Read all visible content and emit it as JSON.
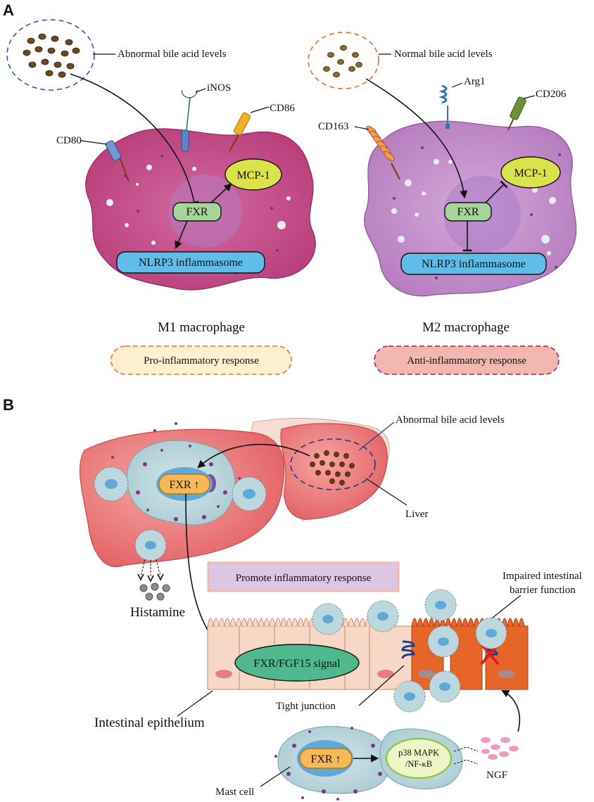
{
  "panel_a": {
    "letter": "A",
    "m1": {
      "bile_label": "Abnormal bile acid levels",
      "receptors": {
        "inos": "iNOS",
        "cd86": "CD86",
        "cd80": "CD80"
      },
      "mcp1": "MCP-1",
      "fxr": "FXR",
      "nlrp3": "NLRP3 inflammasome",
      "title": "M1 macrophage",
      "response": "Pro-inflammatory response",
      "cell_color": "#c8508a",
      "response_color": "#fdf0d0"
    },
    "m2": {
      "bile_label": "Normal bile acid levels",
      "receptors": {
        "arg1": "Arg1",
        "cd206": "CD206",
        "cd163": "CD163"
      },
      "mcp1": "MCP-1",
      "fxr": "FXR",
      "nlrp3": "NLRP3 inflammasome",
      "title": "M2 macrophage",
      "response": "Anti-inflammatory response",
      "cell_color": "#c58fcb",
      "response_color": "#f2b7ae"
    },
    "colors": {
      "mcp1": "#dbe34a",
      "fxr": "#a6d49a",
      "nlrp3": "#5fbde8"
    }
  },
  "panel_b": {
    "letter": "B",
    "bile_label": "Abnormal bile acid levels",
    "liver_label": "Liver",
    "fxr_up": "FXR ↑",
    "histamine": "Histamine",
    "promote": "Promote inflammatory response",
    "impaired": [
      "Impaired intestinal",
      "barrier function"
    ],
    "fxr_fgf15": "FXR/FGF15 signal",
    "tight_junction": "Tight junction",
    "intestinal_epithelium": "Intestinal epithelium",
    "mast_cell": "Mast cell",
    "mast_fxr": "FXR ↑",
    "p38": [
      "p38 MAPK",
      "/NF-κB"
    ],
    "ngf": "NGF",
    "colors": {
      "liver": "#ec6b6b",
      "mast": "#bcd8de",
      "promote_box": "#dcc6e4"
    }
  }
}
